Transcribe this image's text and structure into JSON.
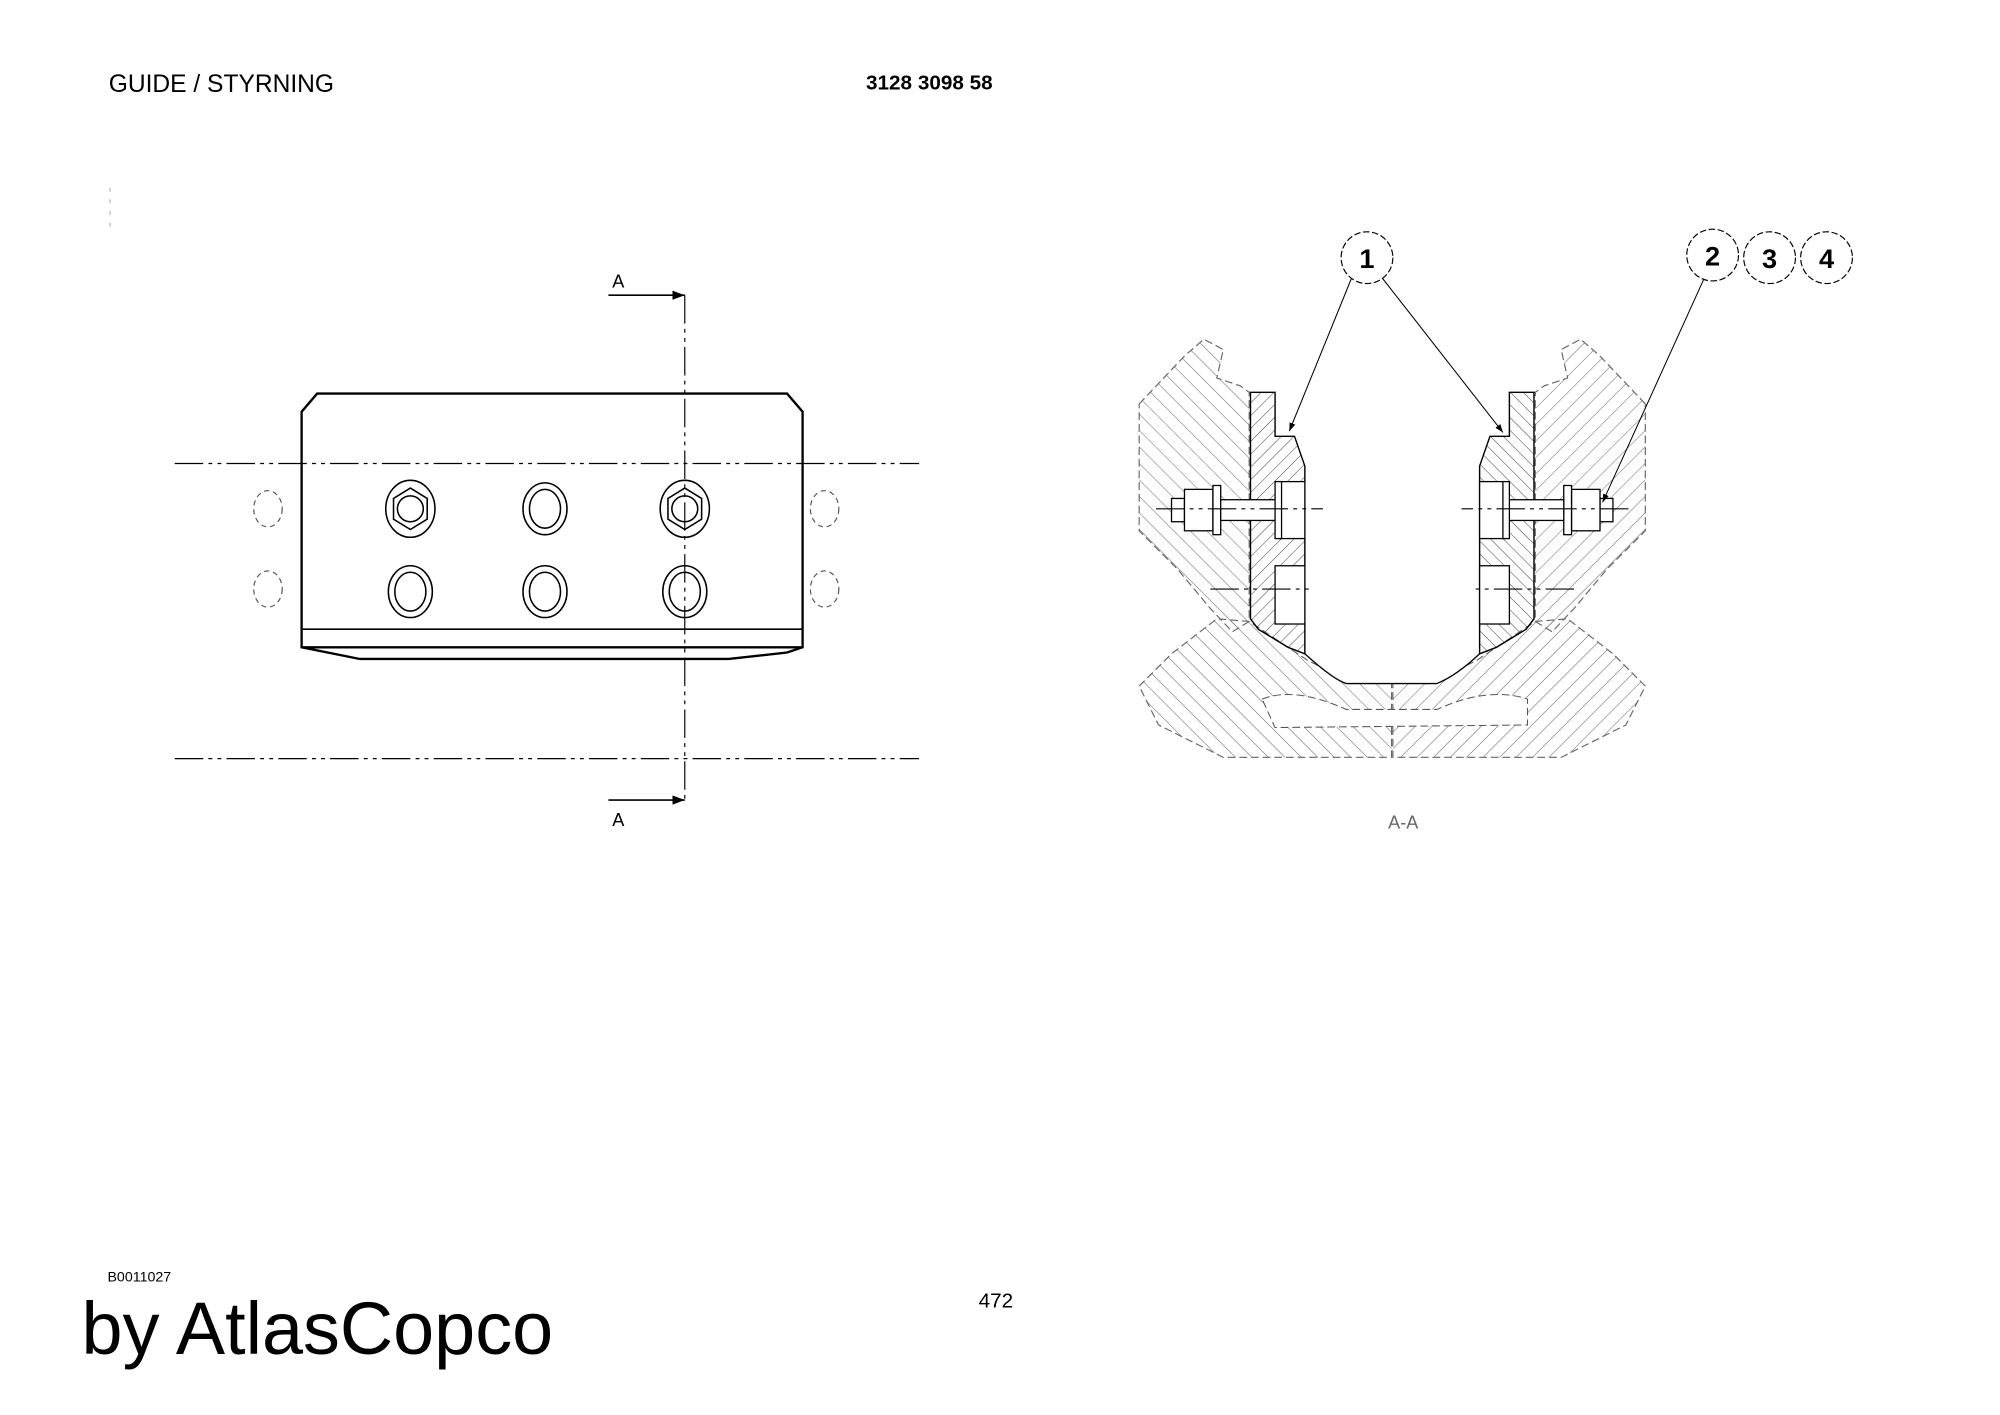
{
  "header": {
    "title": "GUIDE / STYRNING",
    "part_number": "3128 3098 58"
  },
  "plan_view": {
    "section_label_top": "A",
    "section_label_bottom": "A"
  },
  "section_view": {
    "label": "A-A",
    "balloons": [
      "1",
      "2",
      "3",
      "4"
    ]
  },
  "footer": {
    "drawing_code": "B0011027",
    "page_number": "472",
    "brand": "by AtlasCopco"
  }
}
